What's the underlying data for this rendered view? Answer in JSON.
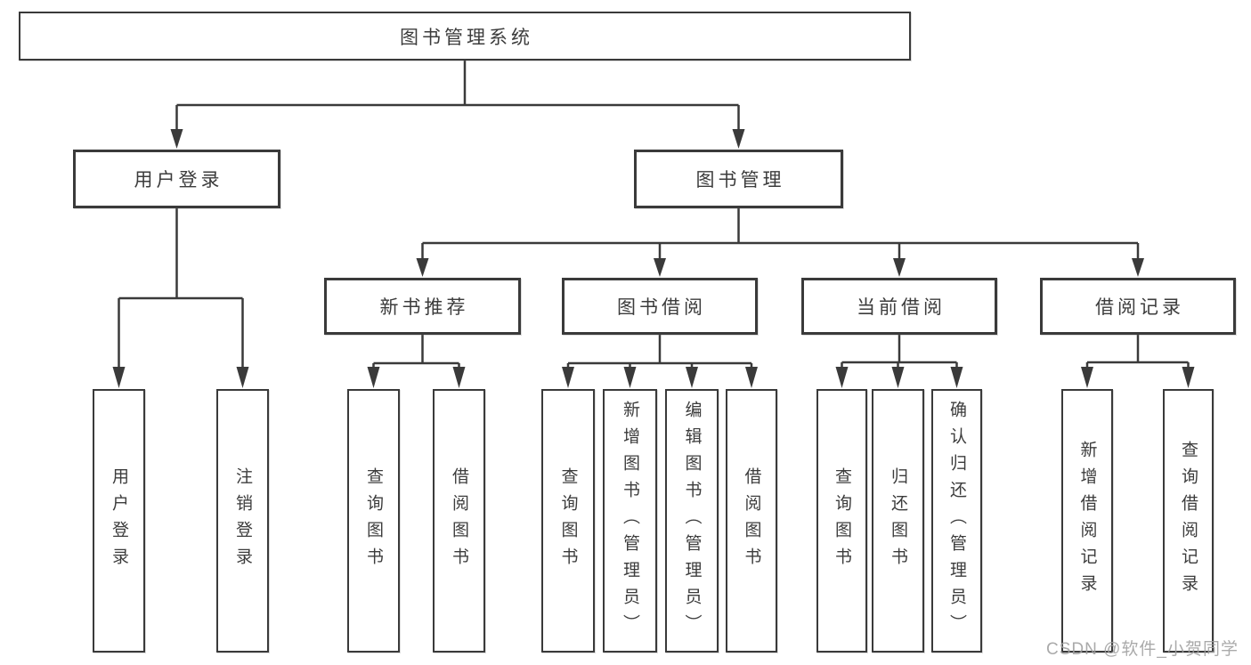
{
  "title": "图书管理系统",
  "watermark": "CSDN @软件_小贺同学",
  "colors": {
    "line": "#3a3a3a",
    "box_border": "#3a3a3a",
    "text": "#3c3c3c",
    "watermark": "#9e9e9e",
    "background": "#ffffff"
  },
  "nodes": {
    "root": {
      "label": "图书管理系统"
    },
    "level2": [
      {
        "label": "用户登录",
        "parent": "图书管理系统"
      },
      {
        "label": "图书管理",
        "parent": "图书管理系统"
      }
    ],
    "level3": [
      {
        "label": "新书推荐",
        "parent": "图书管理"
      },
      {
        "label": "图书借阅",
        "parent": "图书管理"
      },
      {
        "label": "当前借阅",
        "parent": "图书管理"
      },
      {
        "label": "借阅记录",
        "parent": "图书管理"
      }
    ],
    "leaves": [
      {
        "label": "用户登录",
        "parent": "用户登录"
      },
      {
        "label": "注销登录",
        "parent": "用户登录"
      },
      {
        "label": "查询图书",
        "parent": "新书推荐"
      },
      {
        "label": "借阅图书",
        "parent": "新书推荐"
      },
      {
        "label": "查询图书",
        "parent": "图书借阅"
      },
      {
        "label": "新增图书（管理员）",
        "parent": "图书借阅"
      },
      {
        "label": "编辑图书（管理员）",
        "parent": "图书借阅"
      },
      {
        "label": "借阅图书",
        "parent": "图书借阅"
      },
      {
        "label": "查询图书",
        "parent": "当前借阅"
      },
      {
        "label": "归还图书",
        "parent": "当前借阅"
      },
      {
        "label": "确认归还（管理员）",
        "parent": "当前借阅"
      },
      {
        "label": "新增借阅记录",
        "parent": "借阅记录"
      },
      {
        "label": "查询借阅记录",
        "parent": "借阅记录"
      }
    ]
  }
}
